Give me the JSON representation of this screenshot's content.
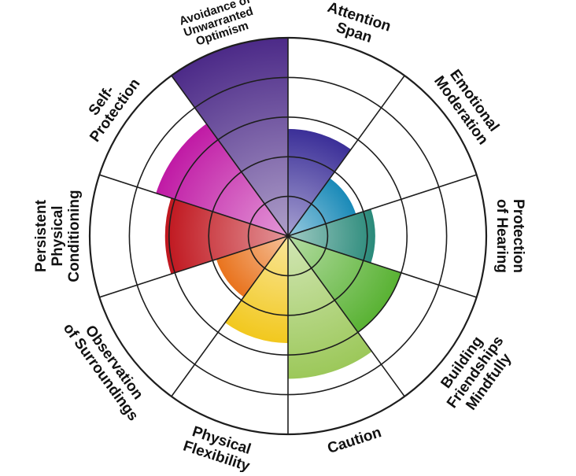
{
  "chart_data": {
    "type": "polar-area",
    "title": "",
    "rlim": [
      0,
      5
    ],
    "grid": true,
    "start_angle_deg": -90,
    "direction": "clockwise",
    "categories": [
      "Attention Span",
      "Emotional Moderation",
      "Protection of Hearing",
      "Building Friendships Mindfully",
      "Caution",
      "Physical Flexibility",
      "Observation of Surroundings",
      "Persistent Physical Conditioning",
      "Self-Protection",
      "Avoidance of Unwarranted Optimism"
    ],
    "label_lines": [
      [
        "Attention",
        "Span"
      ],
      [
        "Emotional",
        "Moderation"
      ],
      [
        "Protection",
        "of Hearing"
      ],
      [
        "Building",
        "Friendships",
        "Mindfully"
      ],
      [
        "Caution"
      ],
      [
        "Physical",
        "Flexibility"
      ],
      [
        "Observation",
        "of Surroundings"
      ],
      [
        "Persistent",
        "Physical",
        "Conditioning"
      ],
      [
        "Self-",
        "Protection"
      ],
      [
        "Avoidance of",
        "Unwarranted",
        "Optimism"
      ]
    ],
    "values": [
      2.7,
      1.8,
      2.2,
      3.0,
      3.6,
      2.7,
      1.9,
      3.1,
      3.5,
      5.0
    ],
    "colors": [
      "#3b2f98",
      "#1a8ab8",
      "#2a8a7a",
      "#59b233",
      "#9cc85a",
      "#f2c81e",
      "#e9731d",
      "#c0161e",
      "#c01aa5",
      "#4c2a88"
    ]
  }
}
